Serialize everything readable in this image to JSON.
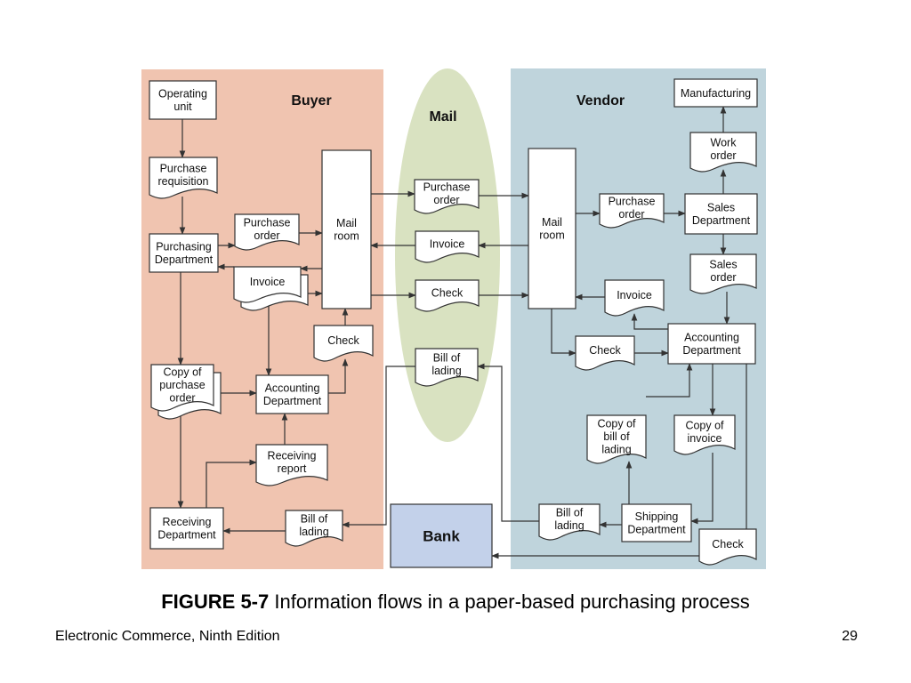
{
  "sections": {
    "buyer": "Buyer",
    "mail": "Mail",
    "vendor": "Vendor"
  },
  "nodes": {
    "operating_unit": [
      "Operating",
      "unit"
    ],
    "purchase_requisition": [
      "Purchase",
      "requisition"
    ],
    "buyer_purchasing_department": [
      "Purchasing",
      "Department"
    ],
    "buyer_purchase_order": [
      "Purchase",
      "order"
    ],
    "buyer_invoice": [
      "Invoice"
    ],
    "buyer_mail_room": [
      "Mail",
      "room"
    ],
    "buyer_check": [
      "Check"
    ],
    "copy_of_purchase_order": [
      "Copy of",
      "purchase",
      "order"
    ],
    "buyer_accounting_department": [
      "Accounting",
      "Department"
    ],
    "receiving_report": [
      "Receiving",
      "report"
    ],
    "receiving_department": [
      "Receiving",
      "Department"
    ],
    "buyer_bill_of_lading": [
      "Bill of",
      "lading"
    ],
    "mail_purchase_order": [
      "Purchase",
      "order"
    ],
    "mail_invoice": [
      "Invoice"
    ],
    "mail_check": [
      "Check"
    ],
    "mail_bill_of_lading": [
      "Bill of",
      "lading"
    ],
    "bank": [
      "Bank"
    ],
    "vendor_mail_room": [
      "Mail",
      "room"
    ],
    "vendor_purchase_order": [
      "Purchase",
      "order"
    ],
    "sales_department": [
      "Sales",
      "Department"
    ],
    "work_order": [
      "Work",
      "order"
    ],
    "manufacturing": [
      "Manufacturing"
    ],
    "sales_order": [
      "Sales",
      "order"
    ],
    "vendor_invoice": [
      "Invoice"
    ],
    "vendor_check_left": [
      "Check"
    ],
    "vendor_accounting_department": [
      "Accounting",
      "Department"
    ],
    "copy_of_bill_of_lading": [
      "Copy of",
      "bill of",
      "lading"
    ],
    "copy_of_invoice": [
      "Copy of",
      "invoice"
    ],
    "vendor_bill_of_lading": [
      "Bill of",
      "lading"
    ],
    "shipping_department": [
      "Shipping",
      "Department"
    ],
    "vendor_check_bottom": [
      "Check"
    ]
  },
  "colors": {
    "buyer_bg": "#f0c4b0",
    "mail_bg": "#d9e2c1",
    "vendor_bg": "#bfd4dc",
    "bank_fill": "#c3d1ea",
    "box_fill": "#ffffff",
    "stroke": "#333333"
  },
  "caption": {
    "label": "FIGURE 5-7",
    "text": " Information flows in a paper-based purchasing process"
  },
  "footer": {
    "left": "Electronic Commerce, Ninth Edition",
    "right": "29"
  }
}
